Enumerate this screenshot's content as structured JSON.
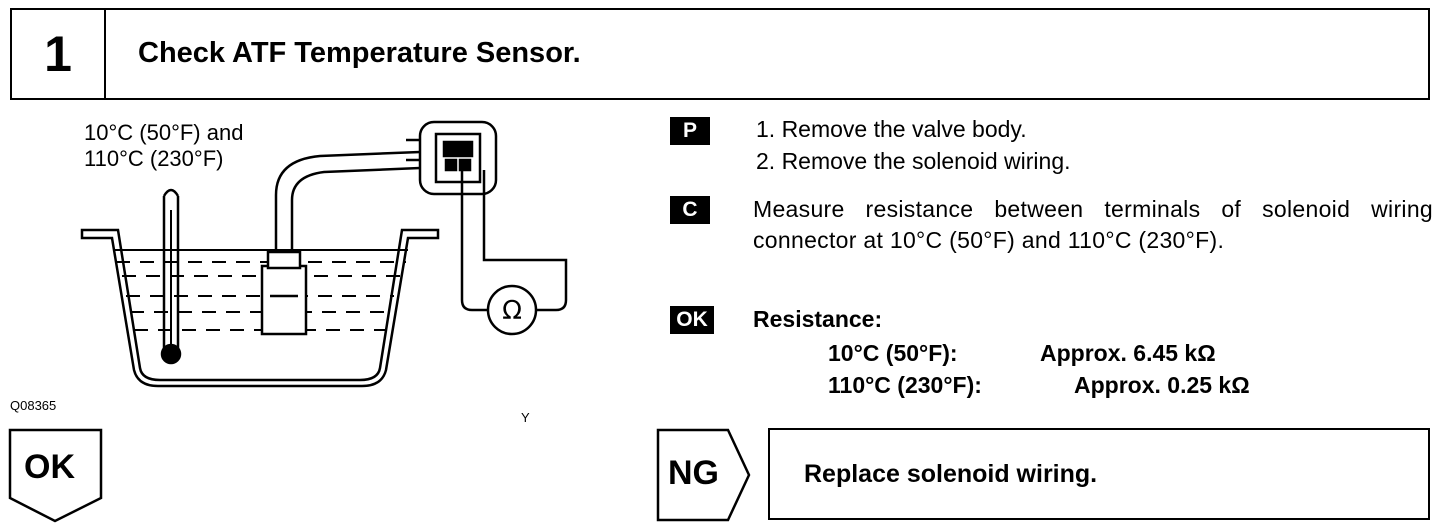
{
  "header": {
    "step_number": "1",
    "title": "Check ATF Temperature Sensor."
  },
  "figure": {
    "temp_label_line1": "10°C (50°F) and",
    "temp_label_line2": "110°C (230°F)",
    "code": "Q08365",
    "corner_mark": "Y",
    "meter_symbol": "Ω"
  },
  "instructions": {
    "p_badge": "P",
    "p_steps": [
      "1.  Remove the valve body.",
      "2.  Remove the solenoid wiring."
    ],
    "c_badge": "C",
    "c_text": "Measure resistance between terminals of solenoid wiring connector at 10°C (50°F) and 110°C (230°F).",
    "ok_badge": "OK",
    "resistance_label": "Resistance:",
    "resistance_rows": [
      {
        "temp": "10°C (50°F):",
        "value": "Approx. 6.45 kΩ"
      },
      {
        "temp": "110°C (230°F):",
        "value": "Approx. 0.25 kΩ"
      }
    ]
  },
  "results": {
    "ok_label": "OK",
    "ng_label": "NG",
    "ng_action": "Replace solenoid wiring."
  }
}
